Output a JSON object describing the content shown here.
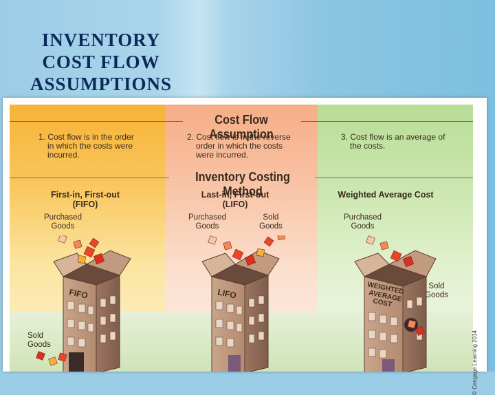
{
  "slide": {
    "title_lines": [
      "INVENTORY",
      "COST FLOW",
      "ASSUMPTIONS"
    ]
  },
  "figure": {
    "header_assumption": "Cost Flow Assumption",
    "header_method": "Inventory Costing Method",
    "columns": [
      {
        "assumption_lines": [
          "1. Cost flow is in the order",
          "in which the costs were",
          "incurred."
        ],
        "method_lines": [
          "First-in, First-out",
          "(FIFO)"
        ],
        "purchased_label": [
          "Purchased",
          "Goods"
        ],
        "sold_label": [
          "Sold",
          "Goods"
        ],
        "building_sign": "FIFO",
        "color": "#f9c559"
      },
      {
        "assumption_lines": [
          "2. Cost flow is in the reverse",
          "order in which the costs",
          "were incurred."
        ],
        "method_lines": [
          "Last-in, First-out",
          "(LIFO)"
        ],
        "purchased_label": [
          "Purchased",
          "Goods"
        ],
        "sold_label": [
          "Sold",
          "Goods"
        ],
        "building_sign": "LIFO",
        "color": "#f8c2a4"
      },
      {
        "assumption_lines": [
          "3. Cost flow is an average of",
          "the costs."
        ],
        "method_lines": [
          "Weighted Average Cost"
        ],
        "purchased_label": [
          "Purchased",
          "Goods"
        ],
        "sold_label": [
          "Sold",
          "Goods"
        ],
        "building_sign_lines": [
          "WEIGHTED",
          "AVERAGE",
          "COST"
        ],
        "color": "#c9e6ac"
      }
    ],
    "copyright": "© Cengage Learning 2014"
  },
  "icons": [
    "box-icon",
    "building-icon"
  ]
}
